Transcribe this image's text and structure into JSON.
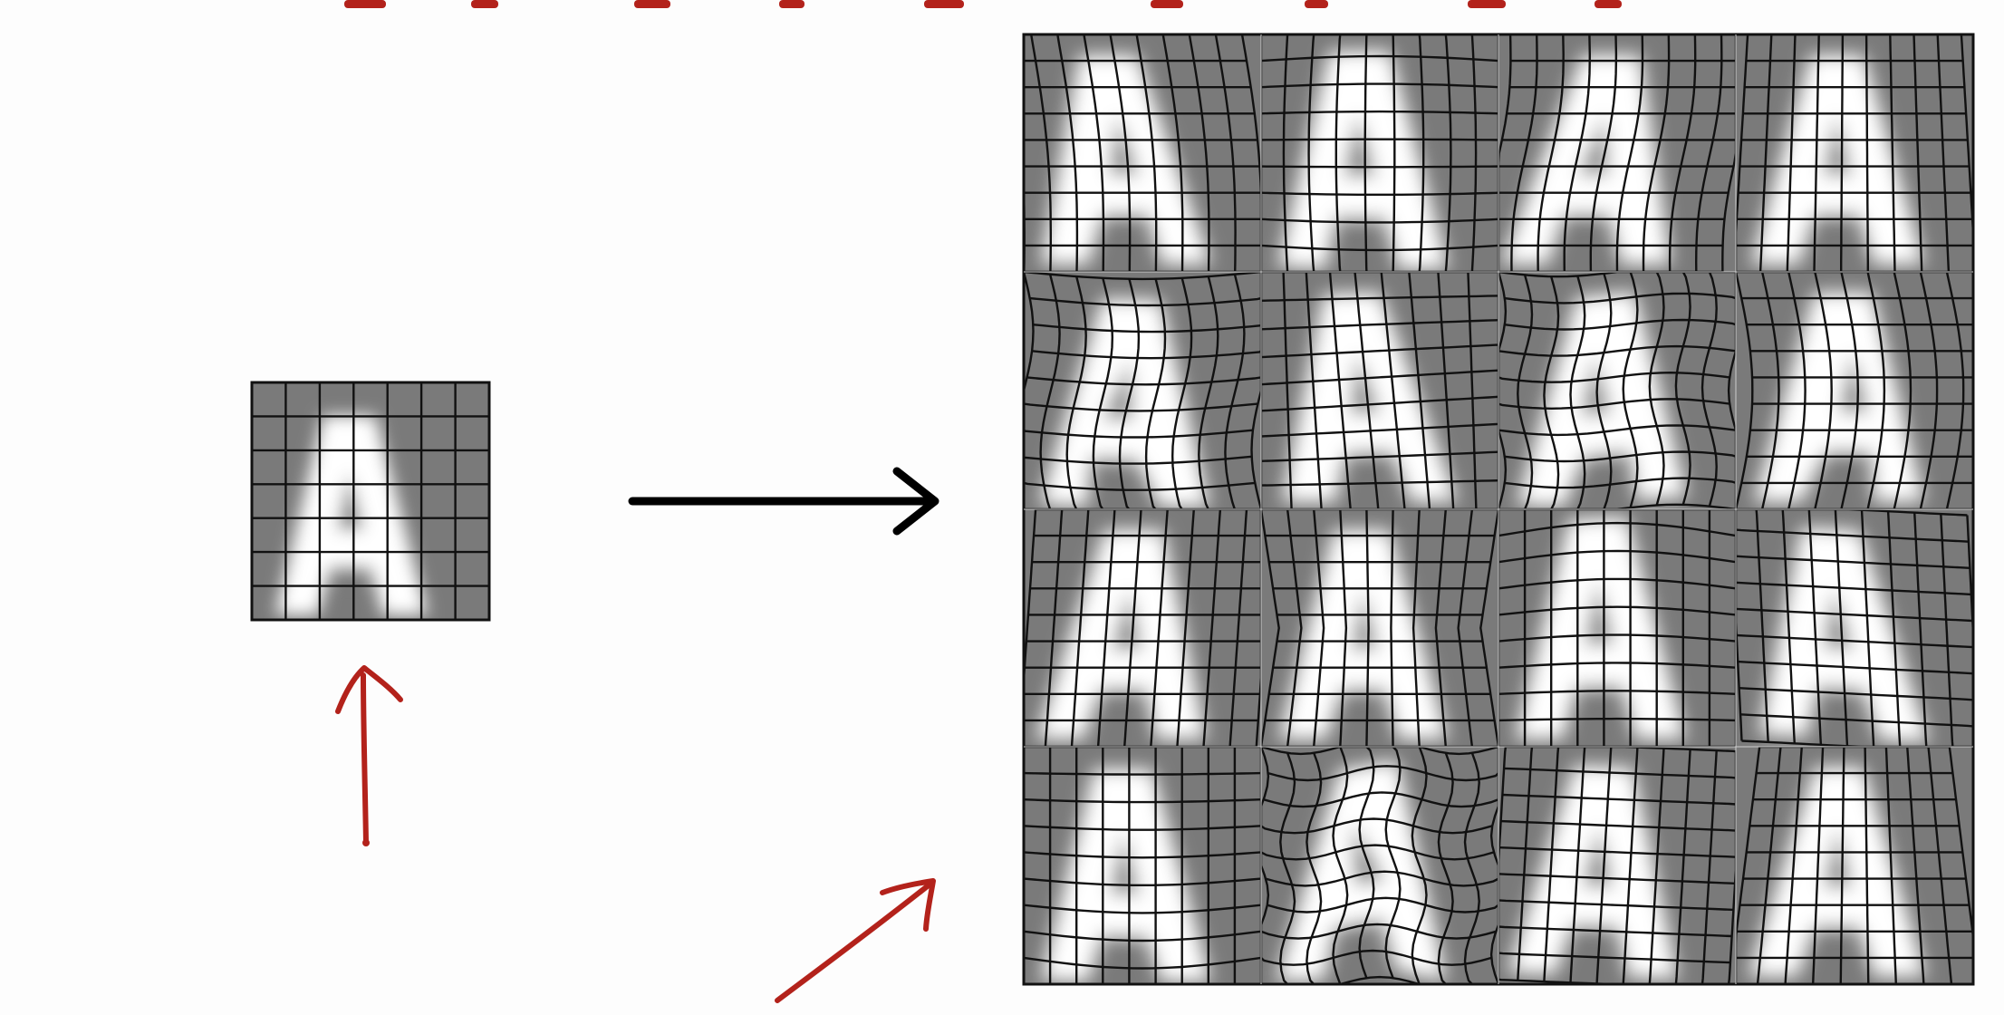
{
  "colors": {
    "background": "#fdfdfd",
    "tile_background": "#7a7a7a",
    "glyph": "#ffffff",
    "grid_line": "#111111",
    "annotation": "#b3221b",
    "arrow": "#000000"
  },
  "source": {
    "glyph_shape": "letter-A",
    "grid_cells": 7
  },
  "augmented": {
    "rows": 4,
    "cols": 4,
    "grid_cells": 9,
    "tiles": [
      {
        "distortion": "lean-left"
      },
      {
        "distortion": "bulge"
      },
      {
        "distortion": "shear-right"
      },
      {
        "distortion": "squeeze"
      },
      {
        "distortion": "stretch"
      },
      {
        "distortion": "twist"
      },
      {
        "distortion": "wave"
      },
      {
        "distortion": "bend"
      },
      {
        "distortion": "lean-right"
      },
      {
        "distortion": "pinch"
      },
      {
        "distortion": "bulge-top"
      },
      {
        "distortion": "skew"
      },
      {
        "distortion": "sag"
      },
      {
        "distortion": "wobble"
      },
      {
        "distortion": "tilt"
      },
      {
        "distortion": "fan"
      }
    ]
  },
  "icons": {
    "transform_arrow": "right-arrow-icon",
    "source_pointer": "hand-drawn-up-arrow-icon",
    "result_pointer": "hand-drawn-diagonal-arrow-icon"
  }
}
